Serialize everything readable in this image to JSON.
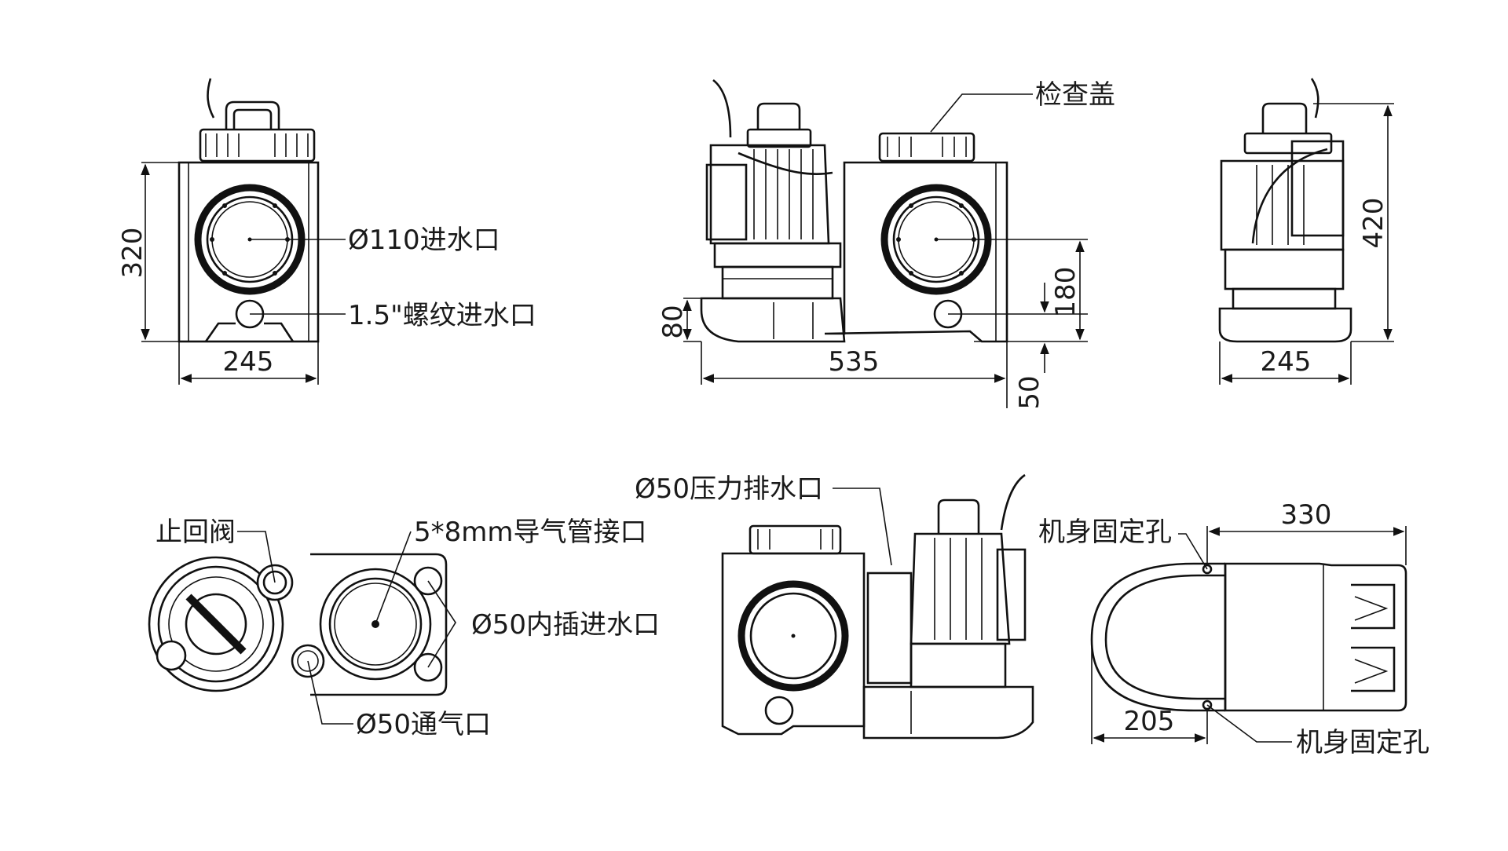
{
  "dimensions": {
    "front_width": "245",
    "front_height": "320",
    "side_width": "535",
    "side_height_80": "80",
    "side_height_180": "180",
    "side_bottom_50": "50",
    "rear_width": "245",
    "rear_height": "420",
    "top_width_330": "330",
    "top_width_205": "205"
  },
  "labels": {
    "inlet_110": "Ø110进水口",
    "threaded_inlet": "1.5\"螺纹进水口",
    "inspection_cover": "检查盖",
    "check_valve": "止回阀",
    "air_tube": "5*8mm导气管接口",
    "inlet_50": "Ø50内插进水口",
    "vent_50": "Ø50通气口",
    "discharge_50": "Ø50压力排水口",
    "mount_hole_top": "机身固定孔",
    "mount_hole_bottom": "机身固定孔"
  }
}
